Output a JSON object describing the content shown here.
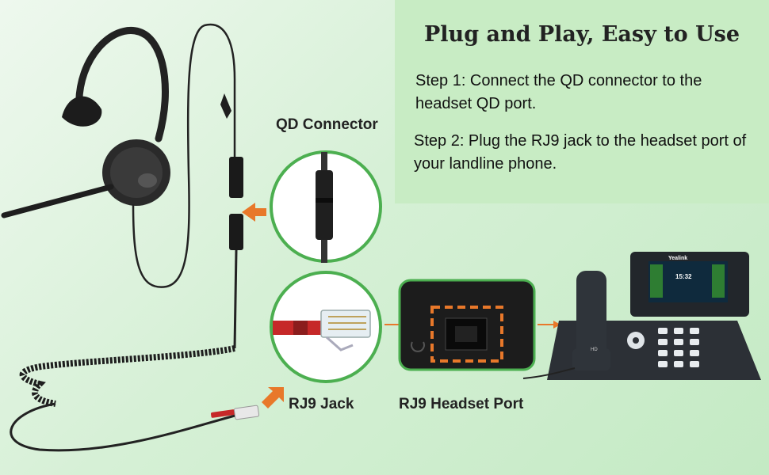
{
  "headline": "Plug and Play, Easy to Use",
  "steps": {
    "step1": "Step 1: Connect the QD connector to the headset QD port.",
    "step2": "Step 2: Plug the RJ9 jack to the headset port of your landline phone."
  },
  "labels": {
    "qd_connector": "QD Connector",
    "rj9_jack": "RJ9 Jack",
    "rj9_headset_port": "RJ9 Headset Port"
  },
  "phone": {
    "brand": "Yealink",
    "screen_time": "15:32",
    "hd_mark": "HD"
  },
  "colors": {
    "accent_orange": "#e8782a",
    "circle_green": "#4caf50",
    "panel_green": "#c8ecc4"
  }
}
